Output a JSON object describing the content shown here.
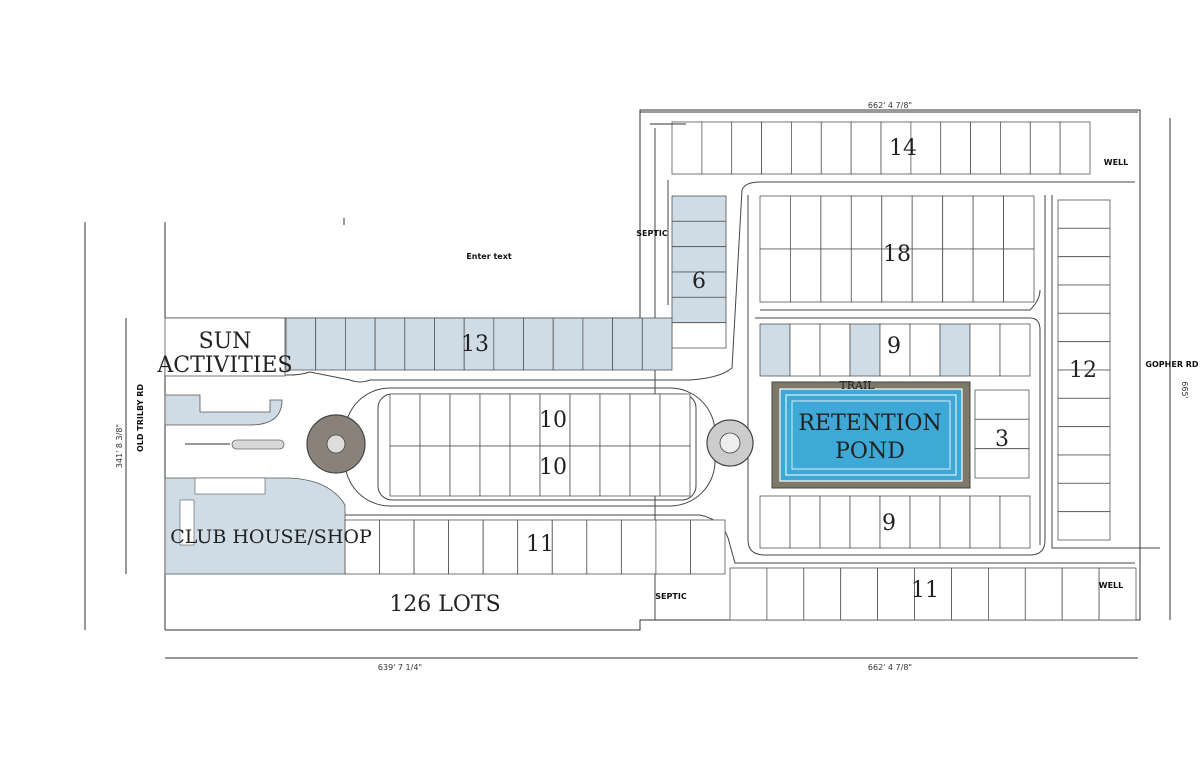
{
  "labels": {
    "sun": "SUN",
    "activities": "ACTIVITIES",
    "club_house": "CLUB HOUSE/SHOP",
    "total_lots": "126 LOTS",
    "retention": "RETENTION",
    "pond": "POND",
    "trail": "TRAIL",
    "septic_top": "SEPTIC",
    "septic_bottom": "SEPTIC",
    "well_top": "WELL",
    "well_bottom": "WELL",
    "gopher_rd": "GOPHER RD",
    "old_road": "OLD TRILBY RD",
    "enter_text": "Enter text"
  },
  "lot_counts": {
    "top_row": "14",
    "upper_block": "18",
    "septic_block": "6",
    "left_row": "13",
    "middle_row": "9",
    "inner_top": "10",
    "inner_bottom": "10",
    "right_column": "12",
    "pond_side": "3",
    "lower_row": "9",
    "bottom_left_row": "11",
    "bottom_right_row": "11"
  },
  "dimensions": {
    "top": "662' 4 7/8\"",
    "bottom_left": "639' 7 1/4\"",
    "bottom_right": "662' 4 7/8\"",
    "left_side": "341' 8 3/8\"",
    "right_side": "665'"
  },
  "colors": {
    "pond_water": "#3ea8d6",
    "pond_frame": "#7d7868",
    "shaded_lot": "#cfdce6",
    "fountain": "#8a8278"
  }
}
